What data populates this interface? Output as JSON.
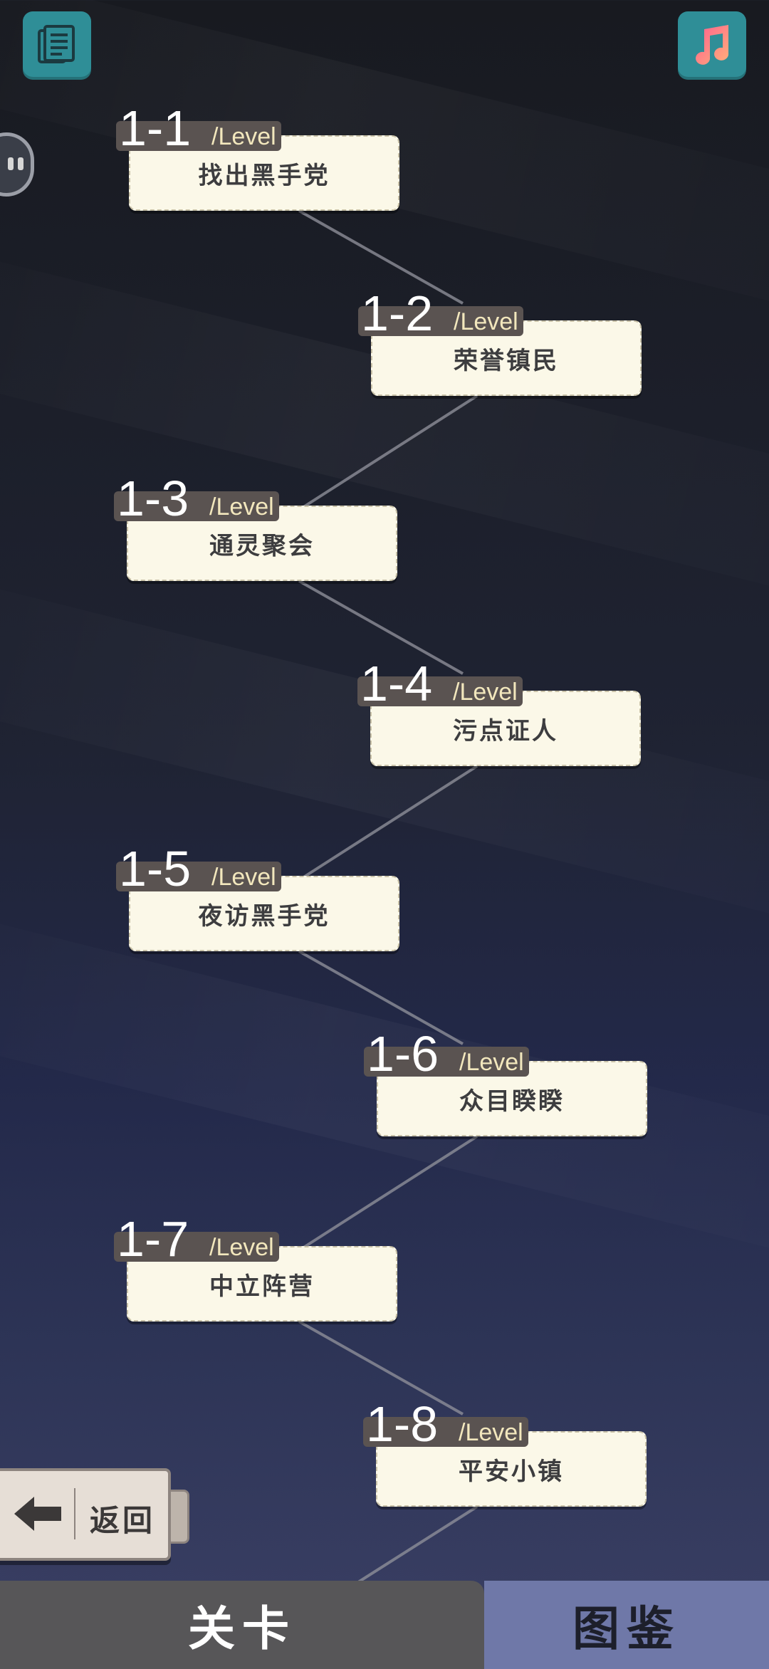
{
  "top_buttons": {
    "doc_icon": "documents-icon",
    "music_icon": "music-note-icon"
  },
  "levels": [
    {
      "number": "1-1",
      "suffix": "/Level",
      "name": "找出黑手党"
    },
    {
      "number": "1-2",
      "suffix": "/Level",
      "name": "荣誉镇民"
    },
    {
      "number": "1-3",
      "suffix": "/Level",
      "name": "通灵聚会"
    },
    {
      "number": "1-4",
      "suffix": "/Level",
      "name": "污点证人"
    },
    {
      "number": "1-5",
      "suffix": "/Level",
      "name": "夜访黑手党"
    },
    {
      "number": "1-6",
      "suffix": "/Level",
      "name": "众目睽睽"
    },
    {
      "number": "1-7",
      "suffix": "/Level",
      "name": "中立阵营"
    },
    {
      "number": "1-8",
      "suffix": "/Level",
      "name": "平安小镇"
    }
  ],
  "back_button": {
    "label": "返回"
  },
  "tabs": {
    "levels": "关卡",
    "gallery": "图鉴"
  },
  "colors": {
    "accent_teal": "#2f8e97",
    "card_bg": "#fbf8e8",
    "active_tab": "#575658",
    "inactive_tab": "#6f78a8"
  }
}
